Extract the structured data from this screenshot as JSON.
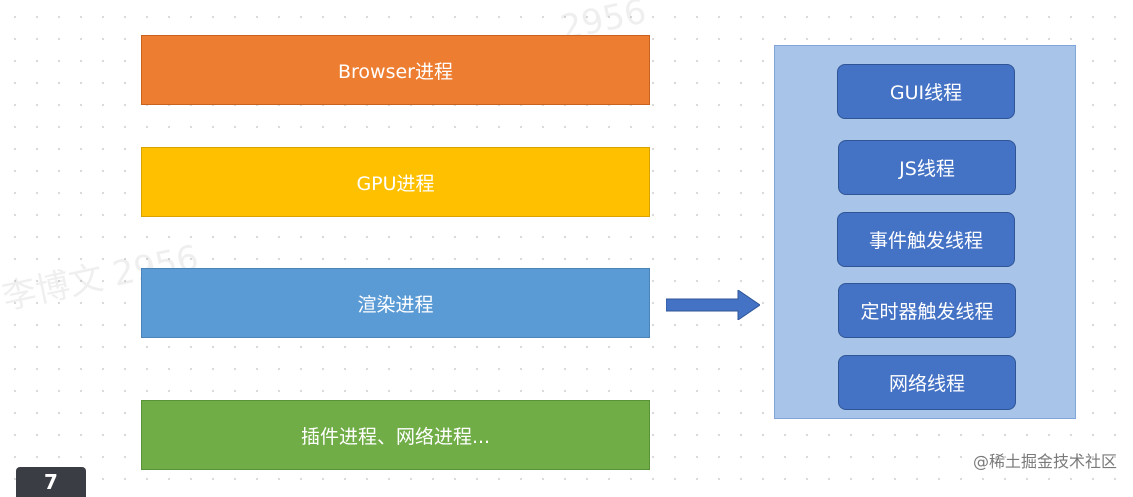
{
  "processes": {
    "browser": "Browser进程",
    "gpu": "GPU进程",
    "render": "渲染进程",
    "plugin": "插件进程、网络进程..."
  },
  "threads": {
    "gui": "GUI线程",
    "js": "JS线程",
    "event": "事件触发线程",
    "timer": "定时器触发线程",
    "network": "网络线程"
  },
  "watermark": {
    "text1": "李博文 2956",
    "text2": "2956"
  },
  "credit": "@稀土掘金技术社区",
  "page_tab": "7",
  "colors": {
    "browser": "#ed7d31",
    "gpu": "#ffc000",
    "render": "#5b9bd5",
    "plugin": "#70ad47",
    "thread_box": "#4472c4",
    "thread_panel": "#a8c4e8"
  }
}
